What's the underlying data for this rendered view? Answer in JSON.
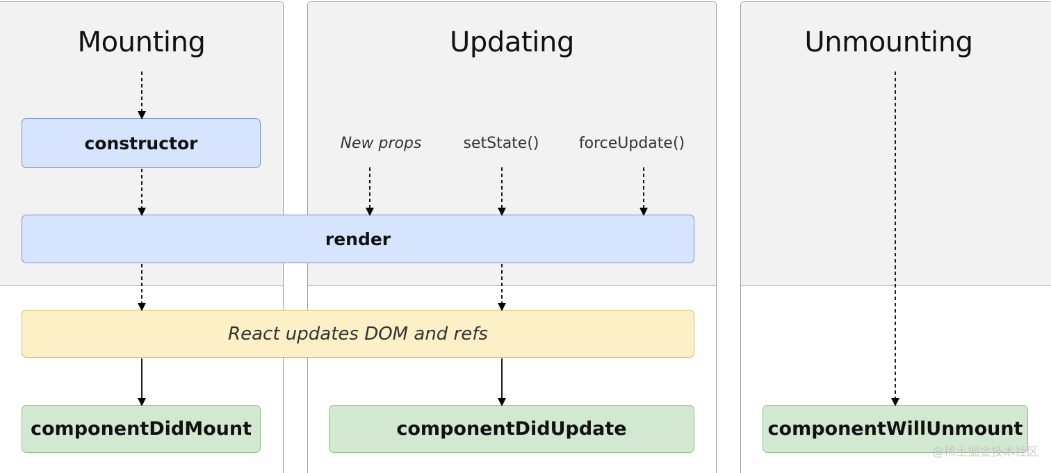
{
  "phases": {
    "mounting": {
      "title": "Mounting"
    },
    "updating": {
      "title": "Updating",
      "triggers": [
        "New props",
        "setState()",
        "forceUpdate()"
      ]
    },
    "unmounting": {
      "title": "Unmounting"
    }
  },
  "methods": {
    "constructor": "constructor",
    "render": "render",
    "dom_update": "React updates DOM and refs",
    "did_mount": "componentDidMount",
    "did_update": "componentDidUpdate",
    "will_unmount": "componentWillUnmount"
  },
  "watermark": "@稀土掘金技术社区",
  "colors": {
    "panel_top": "#f2f2f2",
    "blue_box": "#d6e4fd",
    "yellow_box": "#fdf0c7",
    "green_box": "#d3e8d1"
  }
}
